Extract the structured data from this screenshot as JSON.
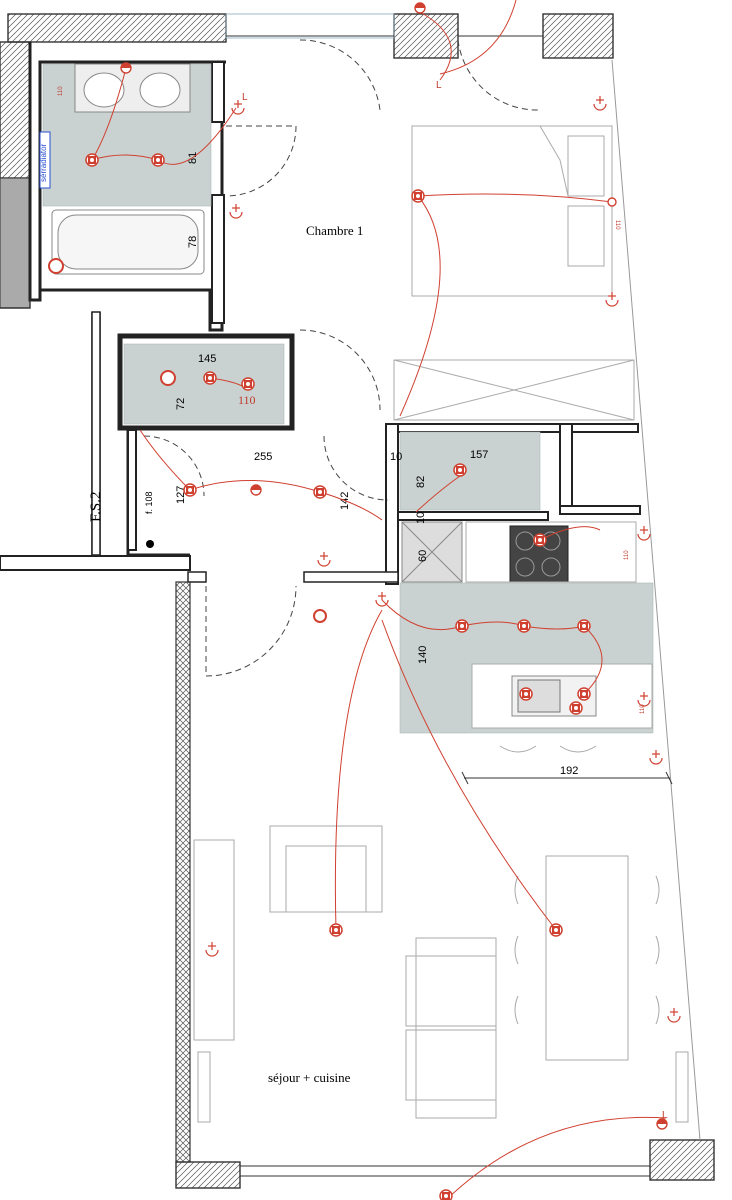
{
  "rooms": {
    "bedroom": "Chambre 1",
    "living": "séjour + cuisine"
  },
  "labels": {
    "shaft": "F.S.2",
    "shaft_sub": "f. 108",
    "radiator": "sèrradiator",
    "socket_110": "110",
    "light_L": "L"
  },
  "dimensions": {
    "bath_81": "81",
    "bath_78": "78",
    "wc_145": "145",
    "wc_72": "72",
    "wc_110": "110",
    "hall_255": "255",
    "hall_127": "127",
    "hall_142": "142",
    "toilet_157": "157",
    "toilet_10a": "10",
    "toilet_82": "82",
    "toilet_10b": "10",
    "kitchen_60": "60",
    "kitchen_140": "140",
    "kitchen_192": "192",
    "kitchen_110": "110",
    "window_110": "110",
    "bath_110": "110"
  },
  "colors": {
    "wall": "#3a3a3a",
    "tile": "#c9d2d0",
    "wire": "#d04030",
    "symbol": "#d04030",
    "furniture": "#9a9a9a"
  }
}
